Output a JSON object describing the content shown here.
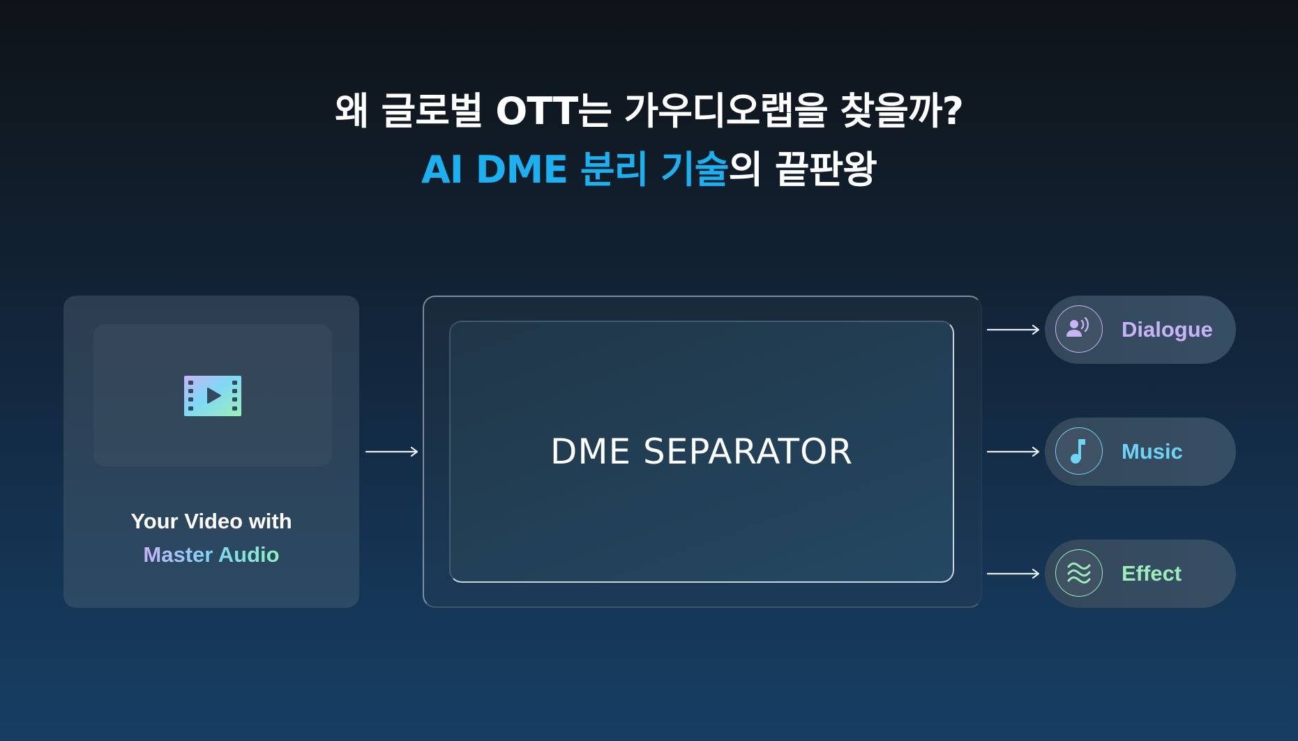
{
  "headline": {
    "line1": "왜 글로벌 OTT는 가우디오랩을 찾을까?",
    "line2_accent": "AI DME 분리 기술",
    "line2_rest": "의 끝판왕"
  },
  "input": {
    "icon": "film-play-icon",
    "caption_line1": "Your Video with",
    "caption_line2": "Master Audio"
  },
  "separator": {
    "label": "DME SEPARATOR"
  },
  "outputs": [
    {
      "label": "Dialogue",
      "icon": "speaking-person-icon",
      "color": "#c9b3f7"
    },
    {
      "label": "Music",
      "icon": "music-note-icon",
      "color": "#6fd3f5"
    },
    {
      "label": "Effect",
      "icon": "waves-icon",
      "color": "#9cedb9"
    }
  ],
  "colors": {
    "accent": "#1cb0f0",
    "background_top": "#0e1318",
    "background_bottom": "#163e63",
    "dialogue": "#c9b3f7",
    "music": "#6fd3f5",
    "effect": "#9cedb9"
  }
}
